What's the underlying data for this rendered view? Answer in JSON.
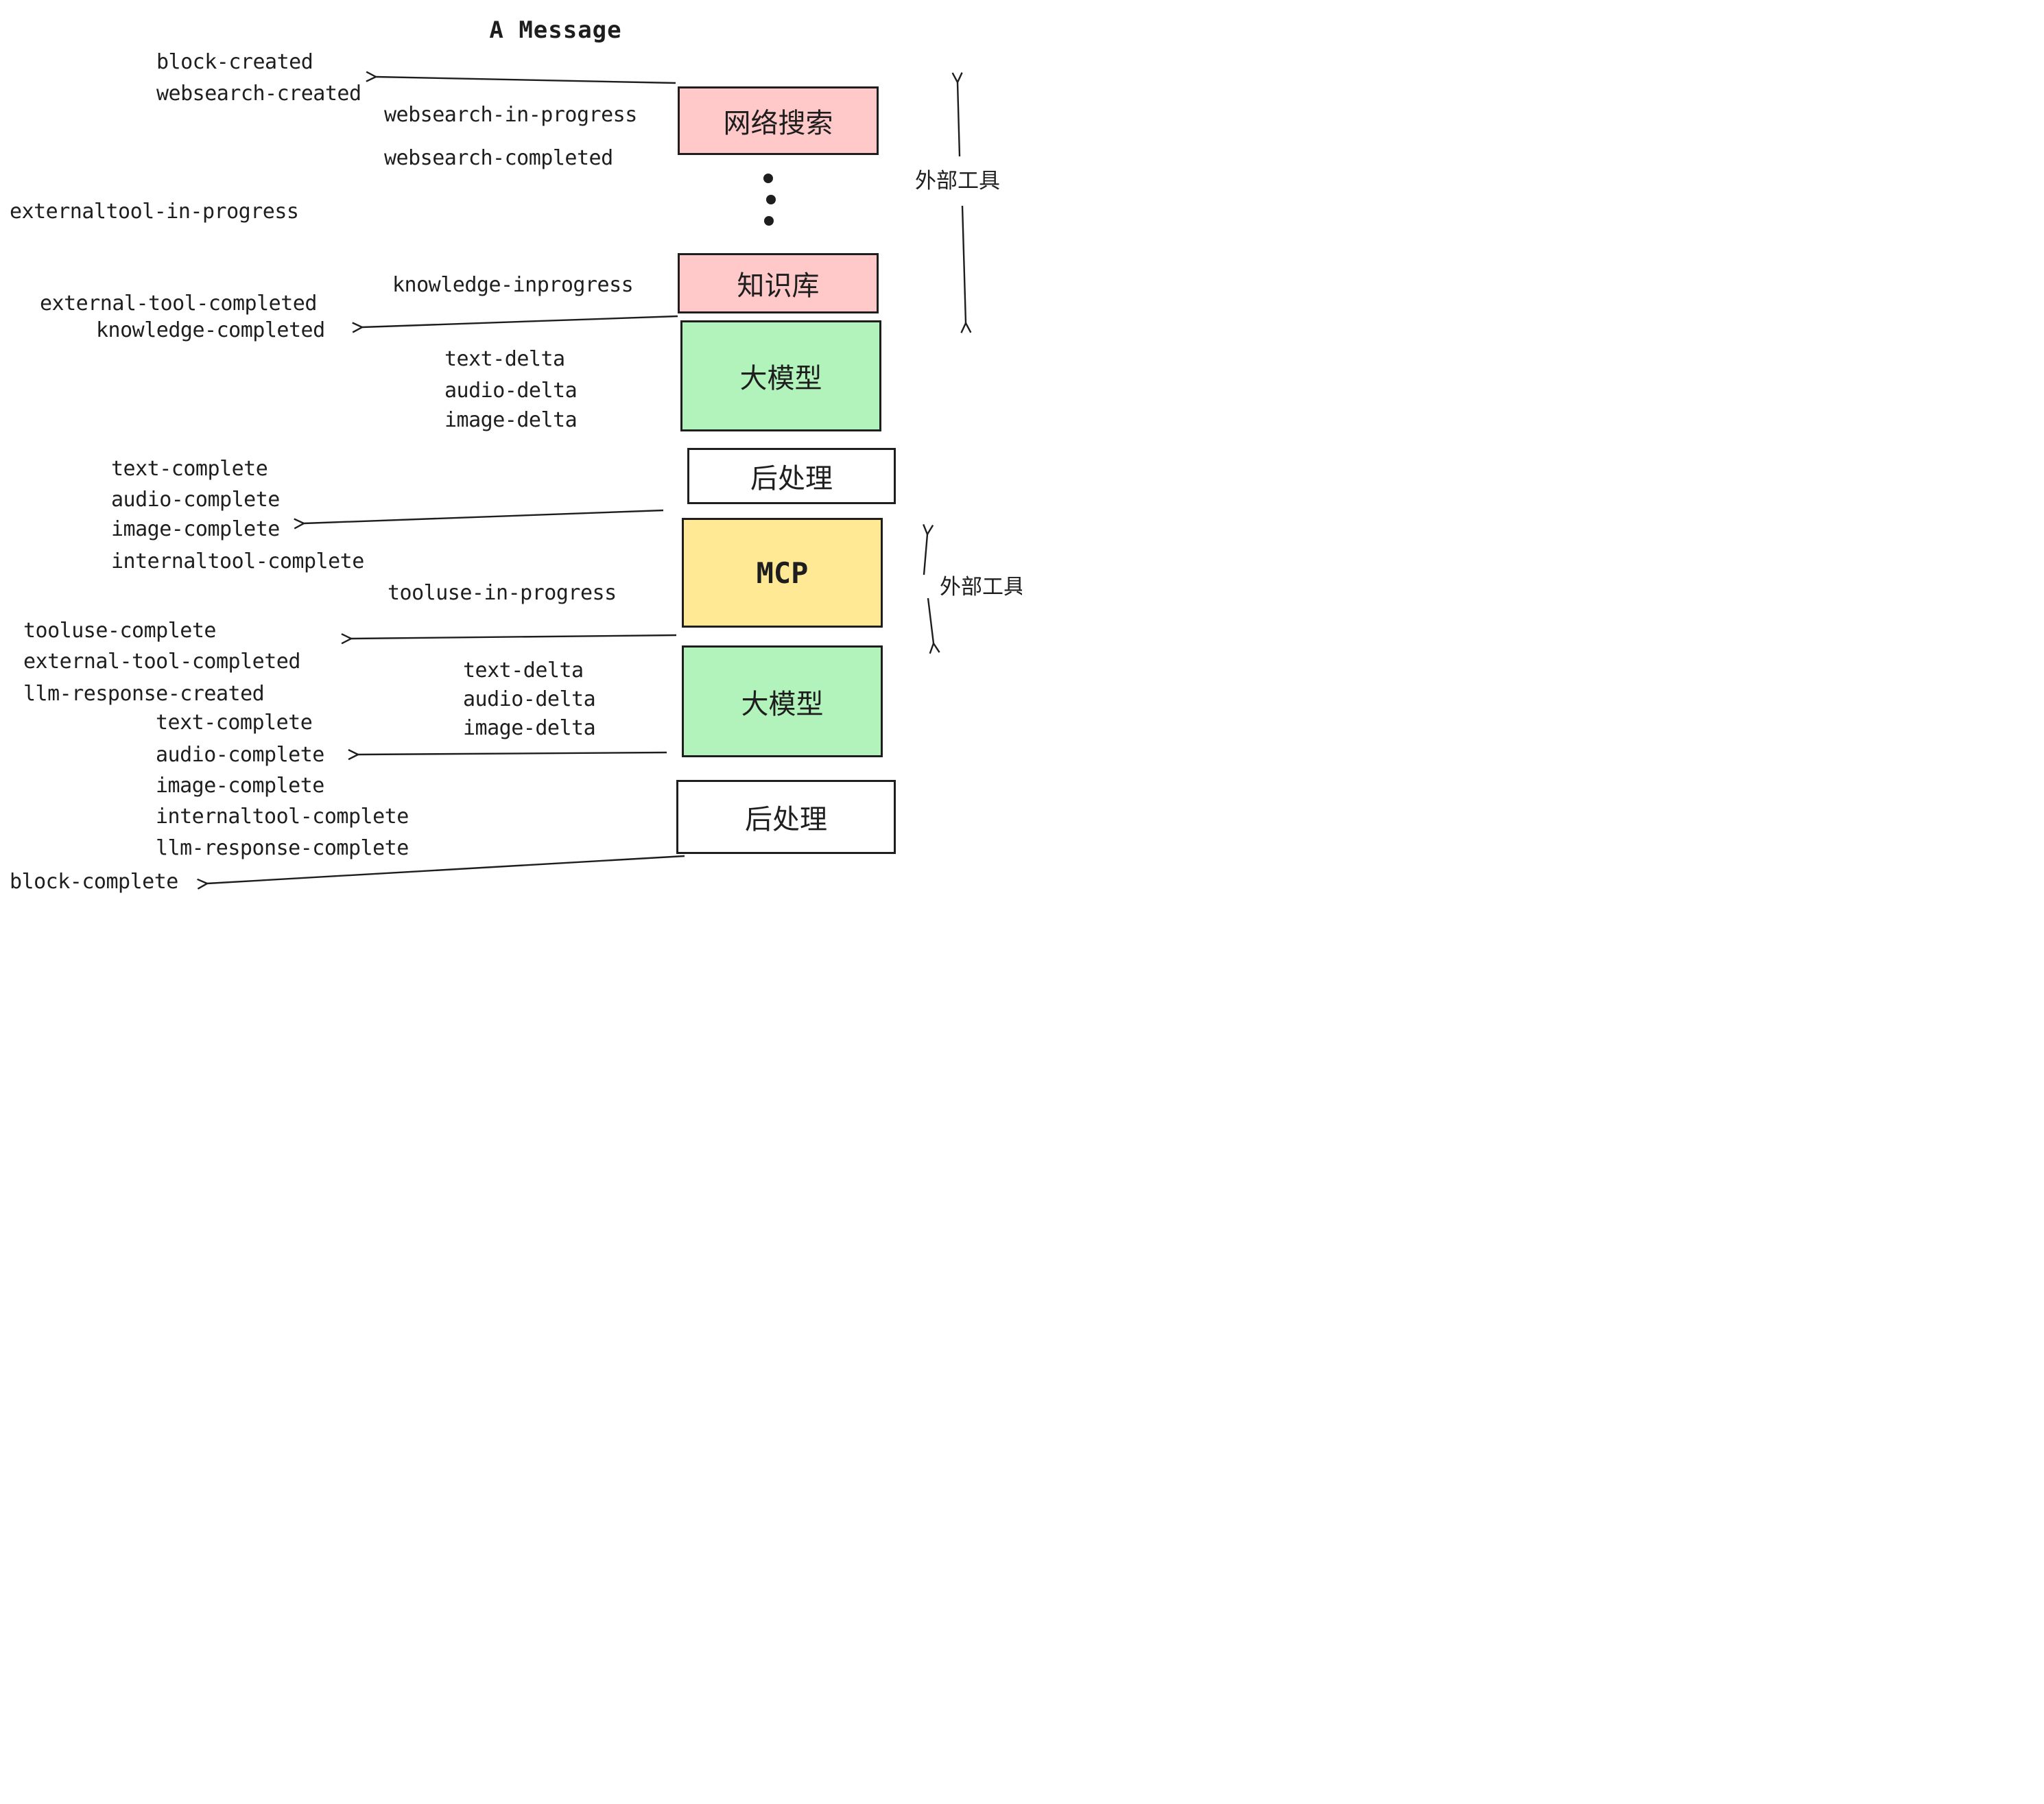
{
  "title": "A Message",
  "pipeline": {
    "websearch_label": "网络搜索",
    "knowledge_label": "知识库",
    "llm1_label": "大模型",
    "post1_label": "后处理",
    "mcp_label": "MCP",
    "llm2_label": "大模型",
    "post2_label": "后处理"
  },
  "annotations": {
    "external_tools_top": "外部工具",
    "external_tools_mcp": "外部工具"
  },
  "events": {
    "block_created": "block-created",
    "websearch_created": "websearch-created",
    "websearch_in_progress": "websearch-in-progress",
    "websearch_completed": "websearch-completed",
    "externaltool_in_progress": "externaltool-in-progress",
    "knowledge_inprogress": "knowledge-inprogress",
    "external_tool_completed": "external-tool-completed",
    "knowledge_completed": "knowledge-completed",
    "text_delta": "text-delta",
    "audio_delta": "audio-delta",
    "image_delta": "image-delta",
    "text_complete": "text-complete",
    "audio_complete": "audio-complete",
    "image_complete": "image-complete",
    "internaltool_complete": "internaltool-complete",
    "tooluse_in_progress": "tooluse-in-progress",
    "tooluse_complete": "tooluse-complete",
    "external_tool_completed_2": "external-tool-completed",
    "llm_response_created": "llm-response-created",
    "text_delta_2": "text-delta",
    "audio_delta_2": "audio-delta",
    "image_delta_2": "image-delta",
    "text_complete_2": "text-complete",
    "audio_complete_2": "audio-complete",
    "image_complete_2": "image-complete",
    "internaltool_complete_2": "internaltool-complete",
    "llm_response_complete": "llm-response-complete",
    "block_complete": "block-complete"
  },
  "colors": {
    "pink": "#ffc9c9",
    "green": "#b2f2bb",
    "yellow": "#ffe994",
    "white": "#ffffff",
    "ink": "#1e1e1e"
  }
}
